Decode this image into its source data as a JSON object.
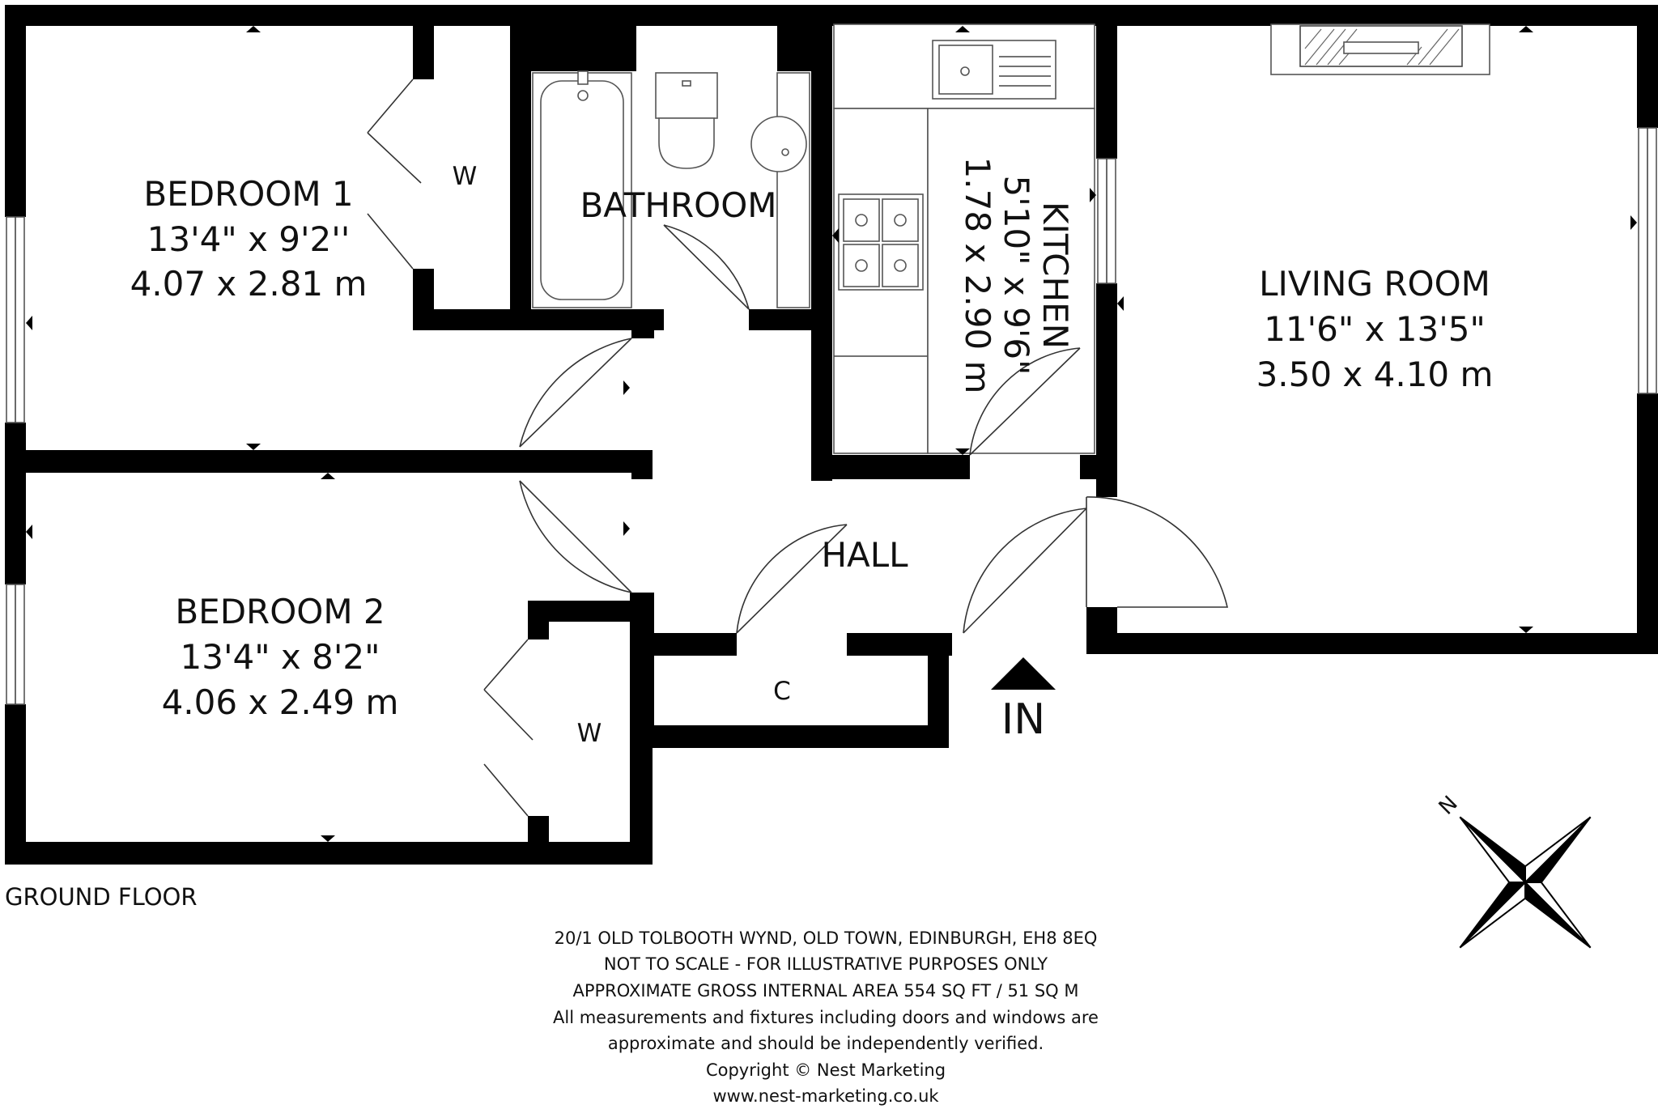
{
  "rooms": {
    "bedroom1": {
      "name": "BEDROOM 1",
      "imperial": "13'4\" x 9'2''",
      "metric": "4.07 x 2.81 m"
    },
    "bathroom": {
      "name": "BATHROOM"
    },
    "kitchen": {
      "name": "KITCHEN",
      "imperial": "5'10\" x 9'6\"",
      "metric": "1.78 x 2.90 m"
    },
    "living": {
      "name": "LIVING ROOM",
      "imperial": "11'6\" x 13'5\"",
      "metric": "3.50 x 4.10 m"
    },
    "bedroom2": {
      "name": "BEDROOM 2",
      "imperial": "13'4\" x 8'2\"",
      "metric": "4.06 x 2.49 m"
    },
    "hall": {
      "name": "HALL"
    },
    "cupboard": {
      "name": "C"
    },
    "wardrobe1": {
      "name": "W"
    },
    "wardrobe2": {
      "name": "W"
    }
  },
  "entrance": {
    "label": "IN"
  },
  "floor": {
    "label": "GROUND FLOOR"
  },
  "compass": {
    "north_label": "N"
  },
  "info": {
    "address": "20/1 OLD TOLBOOTH WYND, OLD TOWN, EDINBURGH, EH8 8EQ",
    "scale_note": "NOT TO SCALE - FOR ILLUSTRATIVE PURPOSES ONLY",
    "area": "APPROXIMATE GROSS INTERNAL AREA  554 SQ FT / 51 SQ M",
    "disclaimer_1": "All measurements and fixtures including doors and windows are",
    "disclaimer_2": "approximate and should be independently verified.",
    "copyright": "Copyright © Nest Marketing",
    "website": "www.nest-marketing.co.uk"
  }
}
